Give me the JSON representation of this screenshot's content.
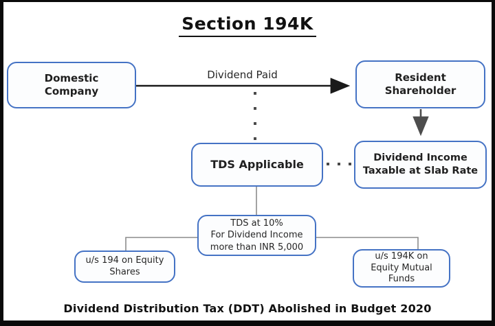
{
  "title": "Section 194K",
  "nodes": {
    "domestic_company": {
      "label": "Domestic\nCompany"
    },
    "resident_shareholder": {
      "label": "Resident\nShareholder"
    },
    "tds_applicable": {
      "label": "TDS Applicable"
    },
    "dividend_income_slab": {
      "label": "Dividend Income\nTaxable at Slab Rate"
    },
    "tds_rate_detail": {
      "label": "TDS at 10%\nFor Dividend Income\nmore than INR 5,000"
    },
    "us_194_equity_shares": {
      "label": "u/s 194 on Equity\nShares"
    },
    "us_194k_equity_mf": {
      "label": "u/s 194K on\nEquity Mutual\nFunds"
    }
  },
  "edges": {
    "dividend_paid_label": "Dividend Paid"
  },
  "footer": "Dividend Distribution Tax (DDT) Abolished in Budget 2020",
  "colors": {
    "box_border": "#4472c4",
    "box_fill": "#fcfdfe",
    "arrow_black": "#1a1a1a",
    "arrow_gray": "#4d4d4d",
    "tree_line_gray": "#8c8c8c",
    "frame_black": "#0a0a0a"
  }
}
